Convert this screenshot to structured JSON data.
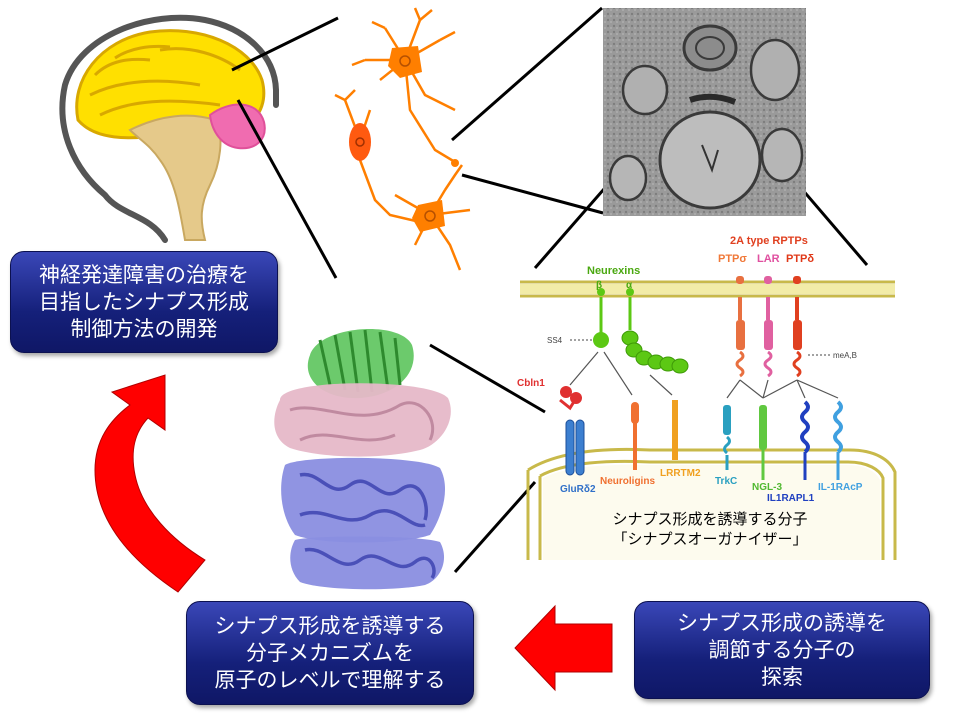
{
  "boxes": {
    "goal": [
      "神経発達障害の治療を",
      "目指したシナプス形成",
      "制御方法の開発"
    ],
    "atomic": [
      "シナプス形成を誘導する",
      "分子メカニズムを",
      "原子のレベルで理解する"
    ],
    "search": [
      "シナプス形成の誘導を",
      "調節する分子の",
      "探索"
    ]
  },
  "caption": [
    "シナプス形成を誘導する分子",
    "「シナプスオーガナイザー」"
  ],
  "synapse": {
    "presynaptic_header": "2A type RPTPs",
    "neurexins": "Neurexins",
    "beta": "β",
    "alpha": "α",
    "ss4": "SS4",
    "ptp_sigma": "PTPσ",
    "lar": "LAR",
    "ptp_delta": "PTPδ",
    "mea_b": "meA,B",
    "cbln1": "Cbln1",
    "glurd2": "GluRδ2",
    "neuroligins": "Neuroligins",
    "lrrtm2": "LRRTM2",
    "trkc": "TrkC",
    "ngl3": "NGL-3",
    "il1rapl1": "IL1RAPL1",
    "il1racp": "IL-1RAcP"
  },
  "colors": {
    "box_top": "#3a47b8",
    "box_bottom": "#0f1766",
    "arrow": "#ff0000",
    "neuron": "#ff7f00",
    "neurexin": "#5cc814",
    "rptp": "#e8583a",
    "glurd2": "#3c7fd0"
  }
}
